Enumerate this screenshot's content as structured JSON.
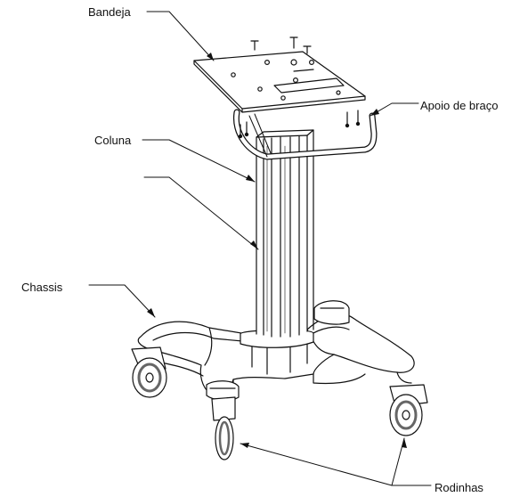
{
  "labels": {
    "tray": "Bandeja",
    "arm_rest": "Apoio de braço",
    "column": "Coluna",
    "chassis": "Chassis",
    "casters": "Rodinhas"
  },
  "colors": {
    "line": "#111111",
    "background": "#ffffff",
    "wheel_tread": "#666666"
  }
}
